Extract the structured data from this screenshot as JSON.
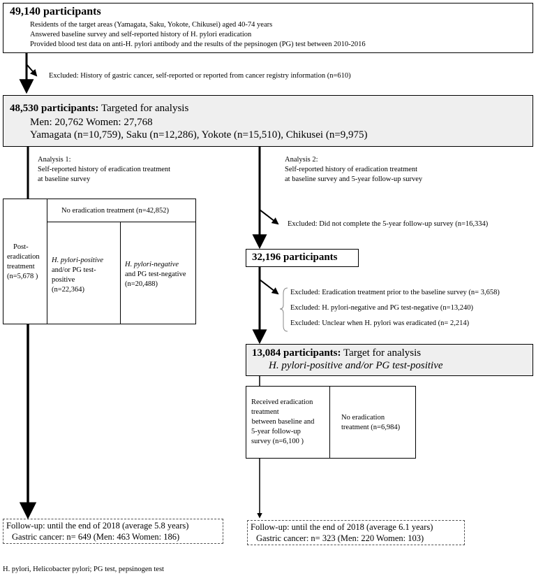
{
  "top_box": {
    "title": "49,140 participants",
    "lines": [
      "Residents of the target areas (Yamagata, Saku, Yokote, Chikusei) aged 40-74 years",
      "Answered baseline survey and self-reported history of H. pylori eradication",
      "Provided blood test data on anti-H. pylori antibody and the results of the pepsinogen (PG) test between 2010-2016"
    ]
  },
  "excluded_1": "Excluded: History of gastric cancer, self-reported or reported from cancer registry information (n=610)",
  "analysis_box": {
    "title": "48,530 participants:",
    "title_suffix": "Targeted for analysis",
    "line2": "Men: 20,762   Women: 27,768",
    "line3": "Yamagata (n=10,759), Saku (n=12,286), Yokote (n=15,510), Chikusei (n=9,975)"
  },
  "analysis1": {
    "heading": "Analysis 1:",
    "text1": "Self-reported history of eradication treatment",
    "text2": "at baseline survey"
  },
  "analysis2": {
    "heading": "Analysis 2:",
    "text1": "Self-reported history of eradication treatment",
    "text2": "at baseline survey and 5-year follow-up survey"
  },
  "post_eradication": [
    "Post-",
    "eradication",
    "treatment",
    "(n=5,678 )"
  ],
  "no_eradication": "No eradication treatment (n=42,852)",
  "hp_positive": [
    "H. pylori-positive",
    "and/or PG test-",
    "positive",
    "(n=22,364)"
  ],
  "hp_negative": [
    "H. pylori-negative",
    "and PG test-negative",
    "(n=20,488)"
  ],
  "excluded_2": "Excluded: Did not complete the 5-year follow-up survey (n=16,334)",
  "box_32196": "32,196 participants",
  "excluded_3": [
    "Excluded: Eradication treatment prior to the baseline survey (n= 3,658)",
    "Excluded: H. pylori-negative and PG test-negative (n=13,240)",
    "Excluded: Unclear when H. pylori was eradicated (n= 2,214)"
  ],
  "box_13084": {
    "title": "13,084 participants:",
    "title_suffix": "Target for analysis",
    "line2": "H. pylori-positive and/or PG test-positive"
  },
  "received_eradication": [
    "Received eradication",
    "treatment",
    " between baseline and",
    "5-year follow-up",
    "survey (n=6,100 )"
  ],
  "no_eradication_2": [
    "No eradication",
    "treatment (n=6,984)"
  ],
  "followup_left": {
    "line1": "Follow-up: until the end of 2018   (average 5.8 years)",
    "line2": "Gastric cancer: n= 649 (Men: 463 Women: 186)"
  },
  "followup_right": {
    "line1": "Follow-up: until the end of 2018 (average 6.1 years)",
    "line2": "Gastric cancer: n= 323 (Men: 220 Women: 103)"
  },
  "footnote": "H. pylori, Helicobacter pylori; PG test, pepsinogen test"
}
